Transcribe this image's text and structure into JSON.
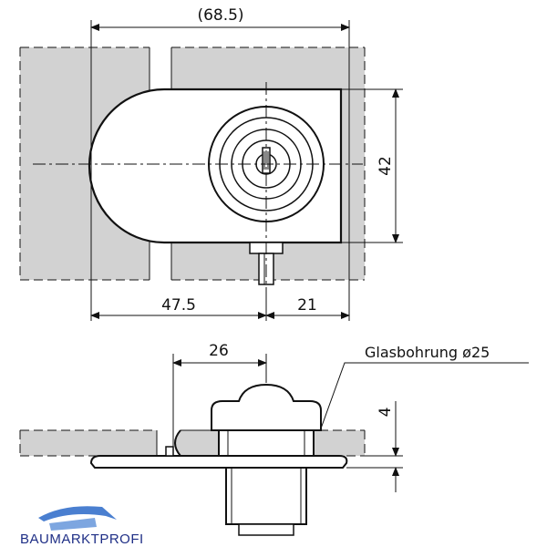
{
  "dimensions": {
    "overall_width": "(68.5)",
    "height": "42",
    "left_offset": "47.5",
    "right_offset": "21",
    "knob_width": "26",
    "depth": "4"
  },
  "annotations": {
    "hole": "Glasbohrung ø25"
  },
  "logo": {
    "text": "BAUMARKTPROFI"
  },
  "colors": {
    "glass": "#d2d2d2",
    "line": "#111111",
    "logo_blue": "#1f2f86",
    "logo_light": "#4a7fd0"
  }
}
